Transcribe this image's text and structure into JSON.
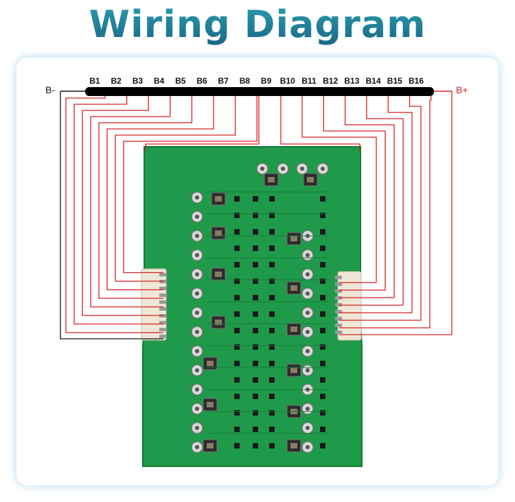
{
  "header": {
    "title": "Wiring  Diagram"
  },
  "diagram": {
    "negative_terminal": "B-",
    "positive_terminal": "B+",
    "cells": [
      "B1",
      "B2",
      "B3",
      "B4",
      "B5",
      "B6",
      "B7",
      "B8",
      "B9",
      "B10",
      "B11",
      "B12",
      "B13",
      "B14",
      "B15",
      "B16"
    ],
    "colors": {
      "wire_negative": "#111111",
      "wire_positive": "#d42020",
      "pcb": "#1f9a4a",
      "pcb_dark": "#187a3a",
      "connector": "#efe6d6"
    }
  }
}
